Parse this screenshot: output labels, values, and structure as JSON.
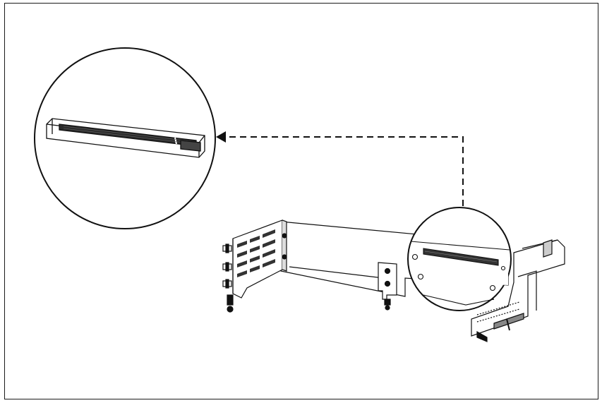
{
  "figure": {
    "frame_color": "#1a1a1a",
    "line_color": "#111111",
    "background": "#ffffff",
    "callout_style": "dashed-arrow",
    "parts": {
      "zoom_circle": "magnified-connector-view",
      "source_circle": "connector-location-on-riser",
      "riser_assembly": "pci-riser-cage",
      "slot_connector": "pcie-card-slot"
    }
  }
}
